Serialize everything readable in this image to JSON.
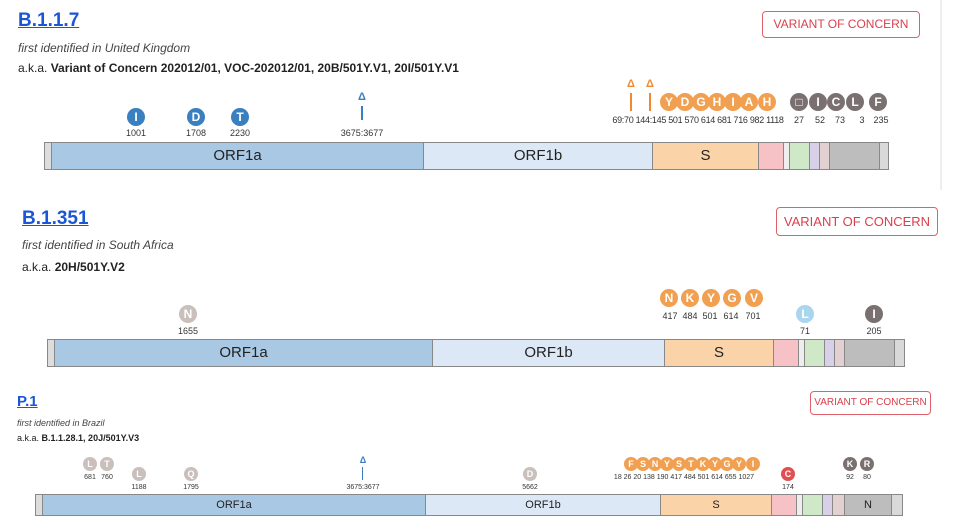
{
  "variants": [
    {
      "title": "B.1.1.7",
      "subtitle": "first identified in United Kingdom",
      "aka_prefix": "a.k.a.",
      "aka": "Variant of Concern 202012/01, VOC-202012/01, 20B/501Y.V1, 20I/501Y.V1",
      "badge": "VARIANT OF CONCERN",
      "genes": [
        "ORF1a",
        "ORF1b",
        "S"
      ],
      "mutations_orf1a": [
        {
          "letter": "I",
          "pos": "1001"
        },
        {
          "letter": "D",
          "pos": "1708"
        },
        {
          "letter": "T",
          "pos": "2230"
        }
      ],
      "deletion_orf1a": {
        "symbol": "Δ",
        "pos": "3675:3677"
      },
      "spike_deletions": [
        "Δ",
        "Δ"
      ],
      "spike_letters": [
        "Y",
        "D",
        "G",
        "H",
        "I",
        "A",
        "H"
      ],
      "spike_positions": "69:70 144:145 501 570 614 681 716 982 1118",
      "other_letters": [
        "□",
        "I",
        "C",
        "L",
        "F"
      ],
      "other_positions": [
        "27",
        "52",
        "73",
        "3",
        "235"
      ]
    },
    {
      "title": "B.1.351",
      "subtitle": "first identified in South Africa",
      "aka_prefix": "a.k.a.",
      "aka": "20H/501Y.V2",
      "badge": "VARIANT OF CONCERN",
      "genes": [
        "ORF1a",
        "ORF1b",
        "S"
      ],
      "mutations_orf1a": [
        {
          "letter": "N",
          "pos": "1655"
        }
      ],
      "spike_letters": [
        "N",
        "K",
        "Y",
        "G",
        "V"
      ],
      "spike_positions": [
        "417",
        "484",
        "501",
        "614",
        "701"
      ],
      "other_letters": [
        "L",
        "I"
      ],
      "other_positions": [
        "71",
        "205"
      ]
    },
    {
      "title": "P.1",
      "subtitle": "first identified in Brazil",
      "aka_prefix": "a.k.a.",
      "aka": "B.1.1.28.1, 20J/501Y.V3",
      "badge": "VARIANT OF CONCERN",
      "genes": [
        "ORF1a",
        "ORF1b",
        "S",
        "N"
      ],
      "mutations_orf1a": [
        {
          "letter": "L",
          "pos": "681"
        },
        {
          "letter": "T",
          "pos": "760"
        },
        {
          "letter": "L",
          "pos": "1188"
        },
        {
          "letter": "Q",
          "pos": "1795"
        }
      ],
      "deletion_orf1a": {
        "symbol": "Δ",
        "pos": "3675:3677"
      },
      "mutation_orf1b": {
        "letter": "D",
        "pos": "5662"
      },
      "spike_letters": [
        "F",
        "S",
        "N",
        "Y",
        "S",
        "T",
        "K",
        "Y",
        "G",
        "Y",
        "I"
      ],
      "spike_positions": "18 26 20 138 190 417 484 501 614 655 1027",
      "other_letters": [
        "C",
        "K",
        "R"
      ],
      "other_positions": [
        "174",
        "92",
        "80"
      ]
    }
  ],
  "colors": {
    "orf1a": "#a9c8e4",
    "orf1b": "#dce8f5",
    "spike": "#fbd3a8",
    "orf1a_mut": "#3a7fc0",
    "spike_mut": "#f0a050",
    "other_mut": "#7a7070",
    "neutral_mut": "#c9bfbb",
    "c_mut": "#e05050",
    "badge": "#d9404c"
  }
}
